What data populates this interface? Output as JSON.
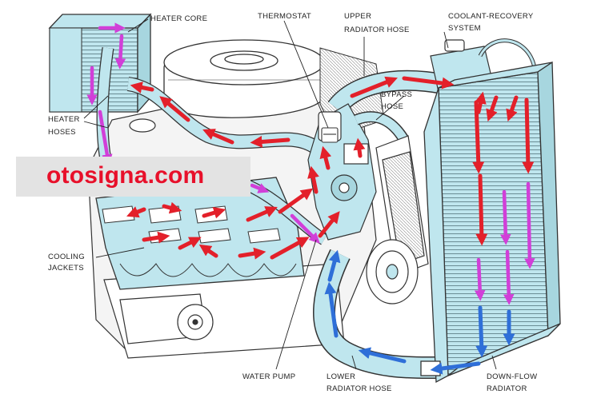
{
  "labels": {
    "heater_core": "HEATER CORE",
    "thermostat": "THERMOSTAT",
    "upper_hose_line1": "UPPER",
    "upper_hose_line2": "RADIATOR HOSE",
    "coolant_line1": "COOLANT-RECOVERY",
    "coolant_line2": "SYSTEM",
    "bypass_line1": "BYPASS",
    "bypass_line2": "HOSE",
    "heater_hoses_line1": "HEATER",
    "heater_hoses_line2": "HOSES",
    "cooling_line1": "COOLING",
    "cooling_line2": "JACKETS",
    "water_pump": "WATER PUMP",
    "lower_hose_line1": "LOWER",
    "lower_hose_line2": "RADIATOR HOSE",
    "downflow_line1": "DOWN-FLOW",
    "downflow_line2": "RADIATOR"
  },
  "watermark": "otosigna.com",
  "colors": {
    "coolant_body": "#bfe6ee",
    "hot_flow": "#e3202a",
    "warm_flow": "#d13fd8",
    "cool_flow": "#2f6fd8",
    "watermark_text": "#e8102a",
    "outline": "#333333"
  }
}
